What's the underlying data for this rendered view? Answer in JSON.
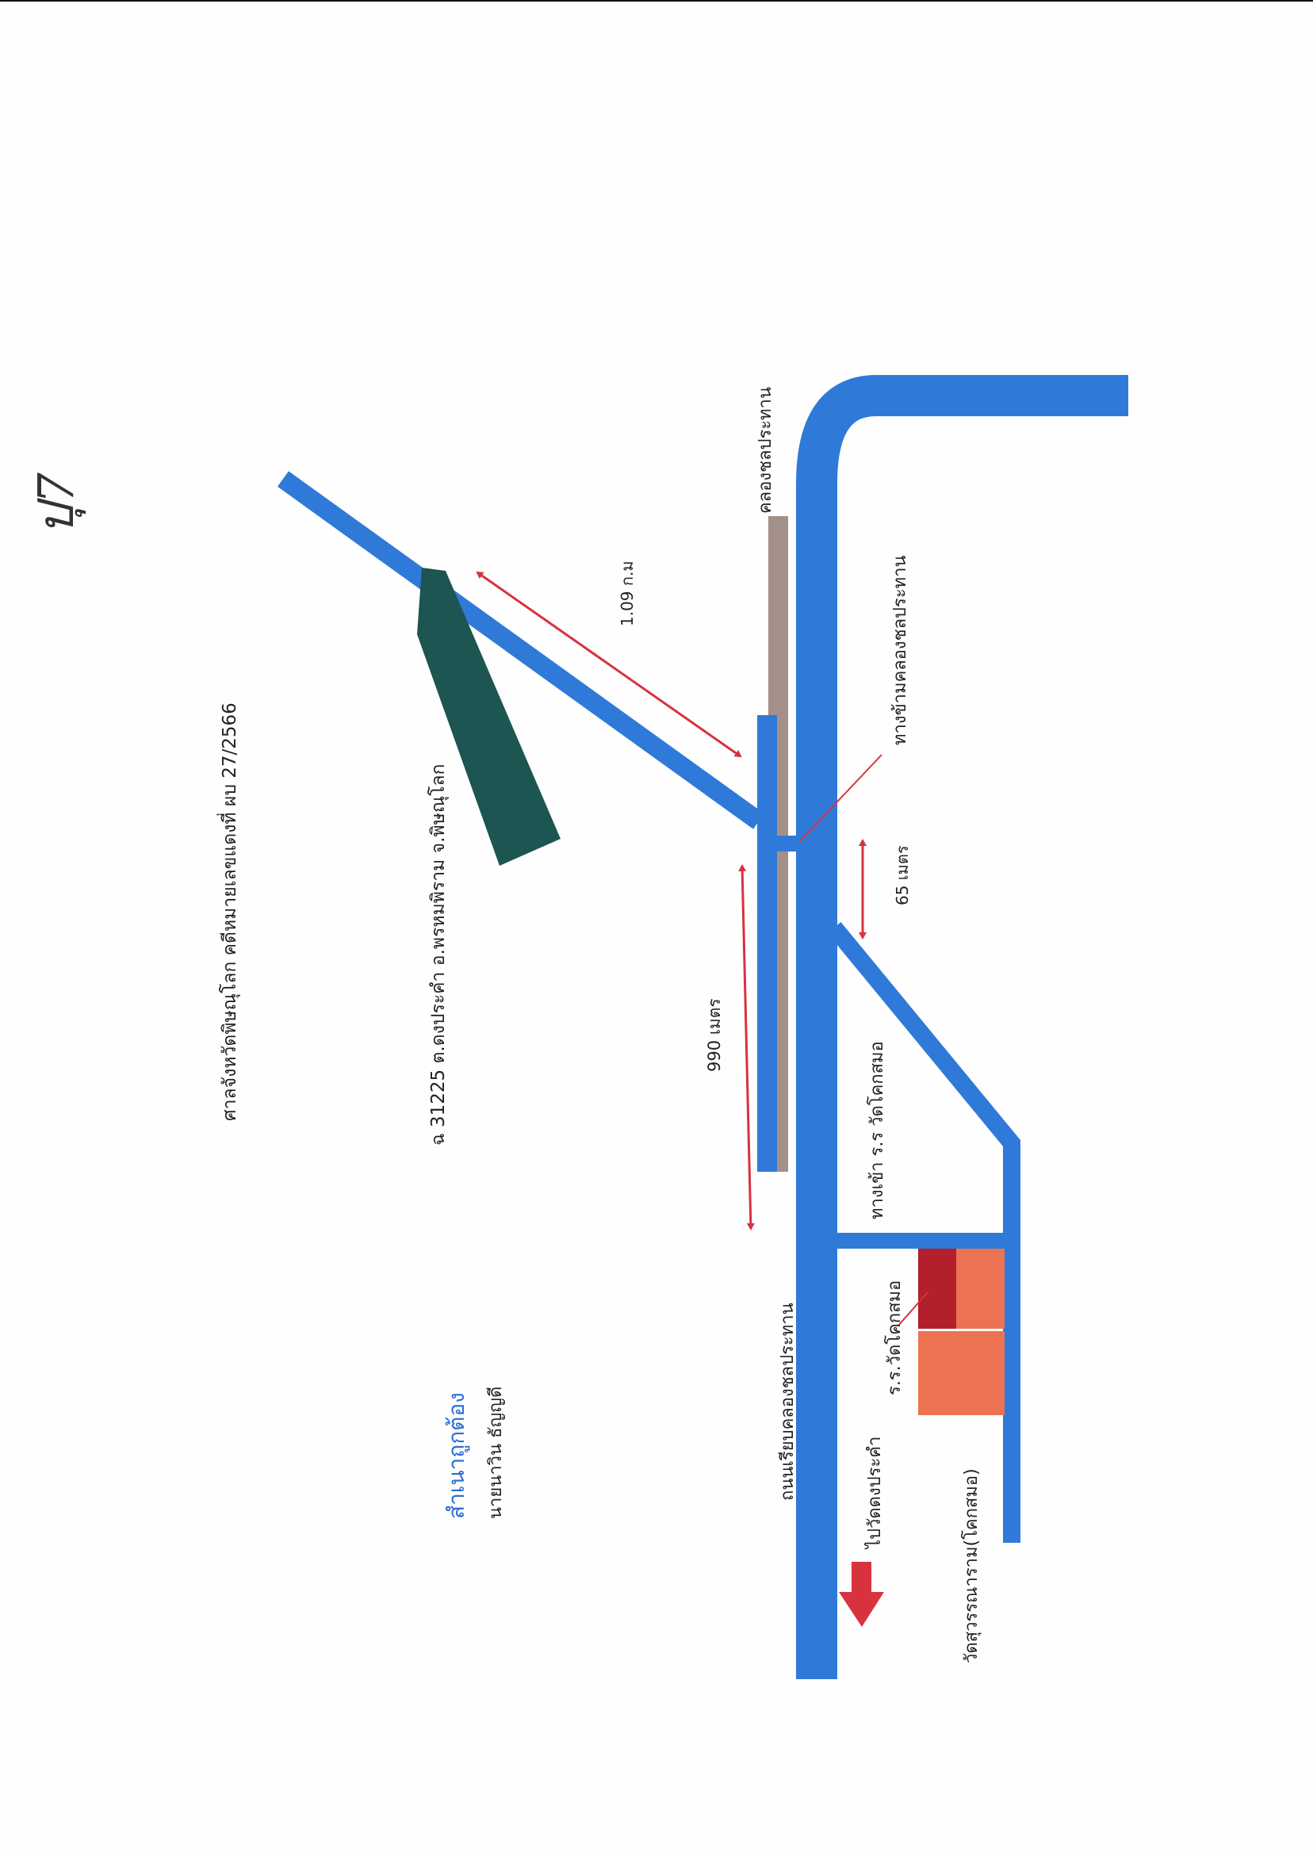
{
  "header": {
    "court_line": "ศาลจังหวัดพิษณุโลก คดีหมายเลขแดงที่ ผบ 27/2566",
    "parcel_line": "ฉ 31225 ต.ดงประคำ อ.พรหมพิราม จ.พิษณุโลก"
  },
  "handwritten_mark": "ปุ7",
  "map": {
    "canal_label": "คลองชลประทาน",
    "canal_crossing_label": "ทางข้ามคลองชลประทาน",
    "distance_parcel": "1.09 ก.ม",
    "distance_road": "990 เมตร",
    "distance_crossing": "65 เมตร",
    "school_entrance_label": "ทางเข้า ร.ร วัดโคกสมอ",
    "road_label": "ถนนเรียบคลองชลประทาน",
    "direction_label": "ไปวัดดงประคำ",
    "school_label": "ร.ร.วัดโคกสมอ",
    "temple_label": "วัดสุวรรณาราม(โคกสมอ)"
  },
  "certification": {
    "title": "สำเนาถูกต้อง",
    "name": "นายนาวิน ธัญญดี"
  },
  "colors": {
    "road": "#2f7ad9",
    "canal": "#a39088",
    "parcel": "#1c5552",
    "arrow": "#d8323f",
    "school": "#b3202c",
    "temple": "#ec7352"
  }
}
